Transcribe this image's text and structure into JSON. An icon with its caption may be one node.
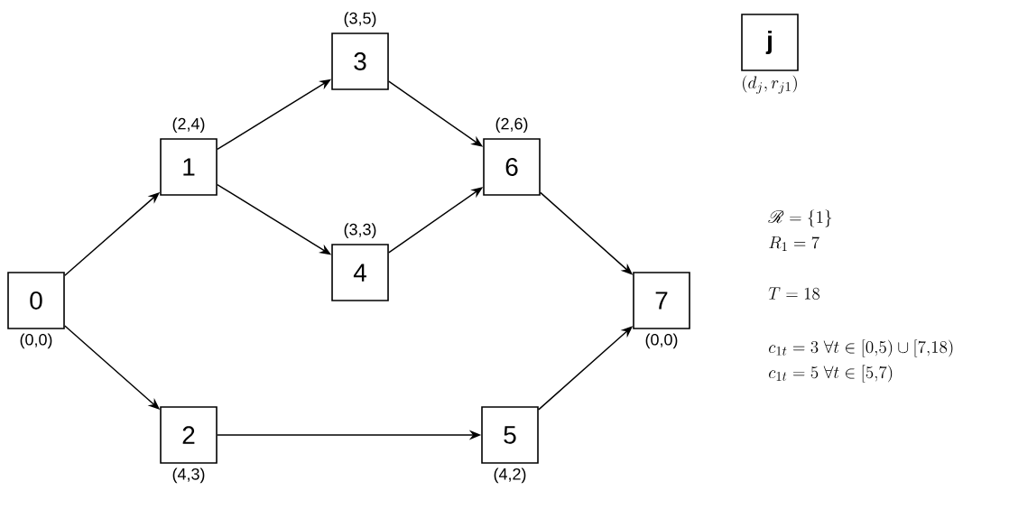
{
  "diagram": {
    "nodes": [
      {
        "text": [
          "0"
        ],
        "beside": [
          "(0,0)"
        ]
      },
      {
        "text": [
          "1"
        ],
        "beside": [
          "(2,4)"
        ]
      },
      {
        "text": [
          "2"
        ],
        "beside": [
          "(4,3)"
        ]
      },
      {
        "text": [
          "3"
        ],
        "beside": [
          "(3,5)"
        ]
      },
      {
        "text": [
          "4"
        ],
        "beside": [
          "(3,3)"
        ]
      },
      {
        "text": [
          "5"
        ],
        "beside": [
          "(4,2)"
        ]
      },
      {
        "text": [
          "6"
        ],
        "beside": [
          "(2,6)"
        ]
      },
      {
        "text": [
          "7"
        ],
        "beside": [
          "(0,0)"
        ]
      },
      {
        "text": [
          "j"
        ],
        "beside": [
          "(d_j, r_{j1})"
        ]
      }
    ],
    "edges": [
      {
        "from": 0,
        "to": 1,
        "arrow": "to"
      },
      {
        "from": 0,
        "to": 2,
        "arrow": "to"
      },
      {
        "from": 1,
        "to": 3,
        "arrow": "to"
      },
      {
        "from": 1,
        "to": 4,
        "arrow": "to"
      },
      {
        "from": 2,
        "to": 5,
        "arrow": "to"
      },
      {
        "from": 3,
        "to": 6,
        "arrow": "to"
      },
      {
        "from": 4,
        "to": 6,
        "arrow": "to"
      },
      {
        "from": 6,
        "to": 7,
        "arrow": "to"
      },
      {
        "from": 5,
        "to": 7,
        "arrow": "to"
      }
    ],
    "labels": [
      "\\mathscr{R} = \\{1\\}",
      "R_1 = 7",
      "T = 18",
      "c_{1t} = 3\\ \\forall t \\in [0{,}5) \\cup [7{,}18)",
      "c_{1t} = 5\\ \\forall t \\in [5{,}7)"
    ]
  }
}
